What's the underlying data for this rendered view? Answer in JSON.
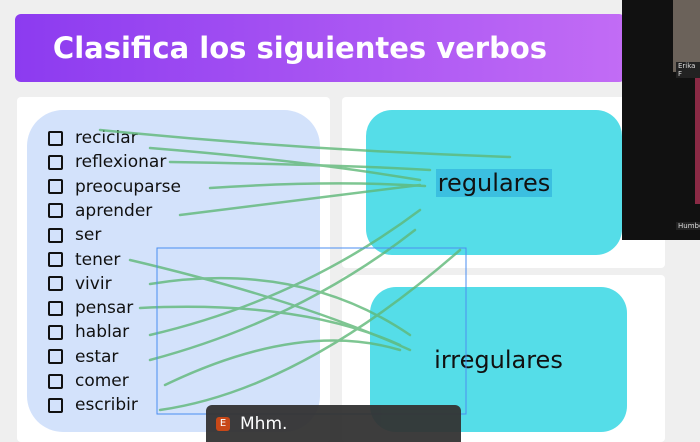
{
  "title": "Clasifica los siguientes verbos",
  "verbs": [
    "reciclar",
    "reflexionar",
    "preocuparse",
    "aprender",
    "ser",
    "tener",
    "vivir",
    "pensar",
    "hablar",
    "estar",
    "comer",
    "escribir"
  ],
  "categories": {
    "regular": "regulares",
    "irregular": "irregulares"
  },
  "participants": [
    "Erika F",
    "Humbe"
  ],
  "chat_message": {
    "initial": "E",
    "text": "Mhm."
  },
  "colors": {
    "banner": "#9b4af2",
    "cyan": "#55dde8",
    "list_bg": "#d3e2fb",
    "ink": "#5fb878"
  }
}
